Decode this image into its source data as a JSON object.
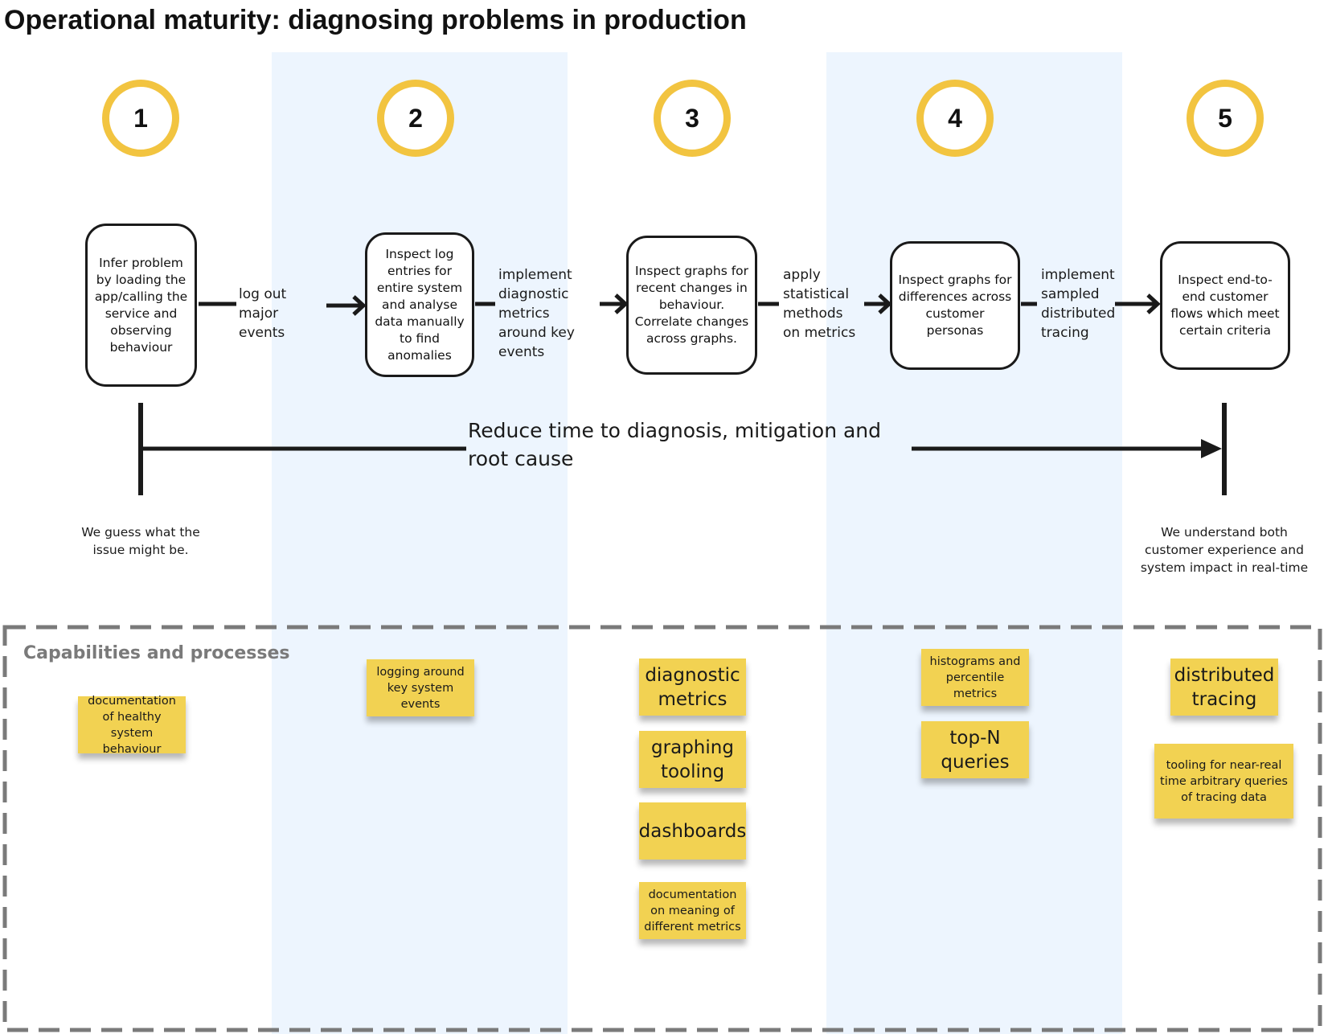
{
  "title": "Operational maturity: diagnosing problems in production",
  "stages": [
    {
      "number": "1",
      "description": "Infer problem by loading the app/calling the service and observing behaviour"
    },
    {
      "number": "2",
      "description": "Inspect log entries for entire system and analyse data manually to find anomalies"
    },
    {
      "number": "3",
      "description": "Inspect graphs for recent changes in behaviour. Correlate changes across graphs."
    },
    {
      "number": "4",
      "description": "Inspect graphs for differences across customer personas"
    },
    {
      "number": "5",
      "description": "Inspect end-to-end customer flows which meet certain criteria"
    }
  ],
  "transitions": [
    "log out major events",
    "implement diagnostic metrics around key events",
    "apply statistical methods on metrics",
    "implement sampled distributed tracing"
  ],
  "timeline": {
    "label": "Reduce time to diagnosis, mitigation and root cause",
    "start_note": "We guess what the issue might be.",
    "end_note": "We understand both customer experience and system impact in real-time"
  },
  "capabilities": {
    "label": "Capabilities and processes",
    "stage1": [
      "documentation of healthy system behaviour"
    ],
    "stage2": [
      "logging around key system events"
    ],
    "stage3": [
      "diagnostic metrics",
      "graphing tooling",
      "dashboards",
      "documentation on meaning of different metrics"
    ],
    "stage4": [
      "histograms and percentile metrics",
      "top-N queries"
    ],
    "stage5": [
      "distributed tracing",
      "tooling for near-real time arbitrary queries of tracing data"
    ]
  },
  "colors": {
    "badge_ring": "#f2c440",
    "band": "#edf5fe",
    "sticky": "#f2d252",
    "dashed_border": "#7a7a7a"
  }
}
